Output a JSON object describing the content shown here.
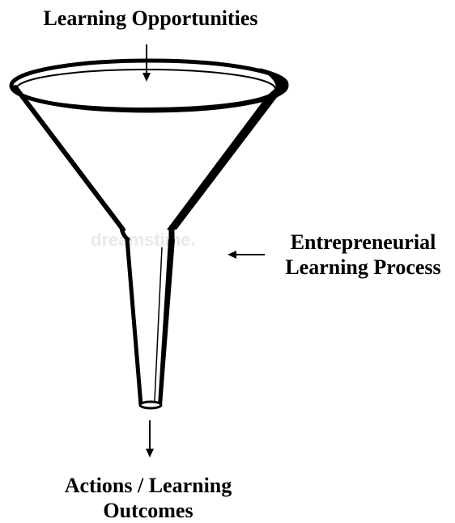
{
  "labels": {
    "input": "Learning Opportunities",
    "process_line1": "Entrepreneurial",
    "process_line2": "Learning Process",
    "output_line1": "Actions / Learning",
    "output_line2": "Outcomes"
  },
  "watermark": "dreamstime.",
  "colors": {
    "stroke": "#000000",
    "background": "#ffffff",
    "watermark": "#e9e9e9"
  }
}
